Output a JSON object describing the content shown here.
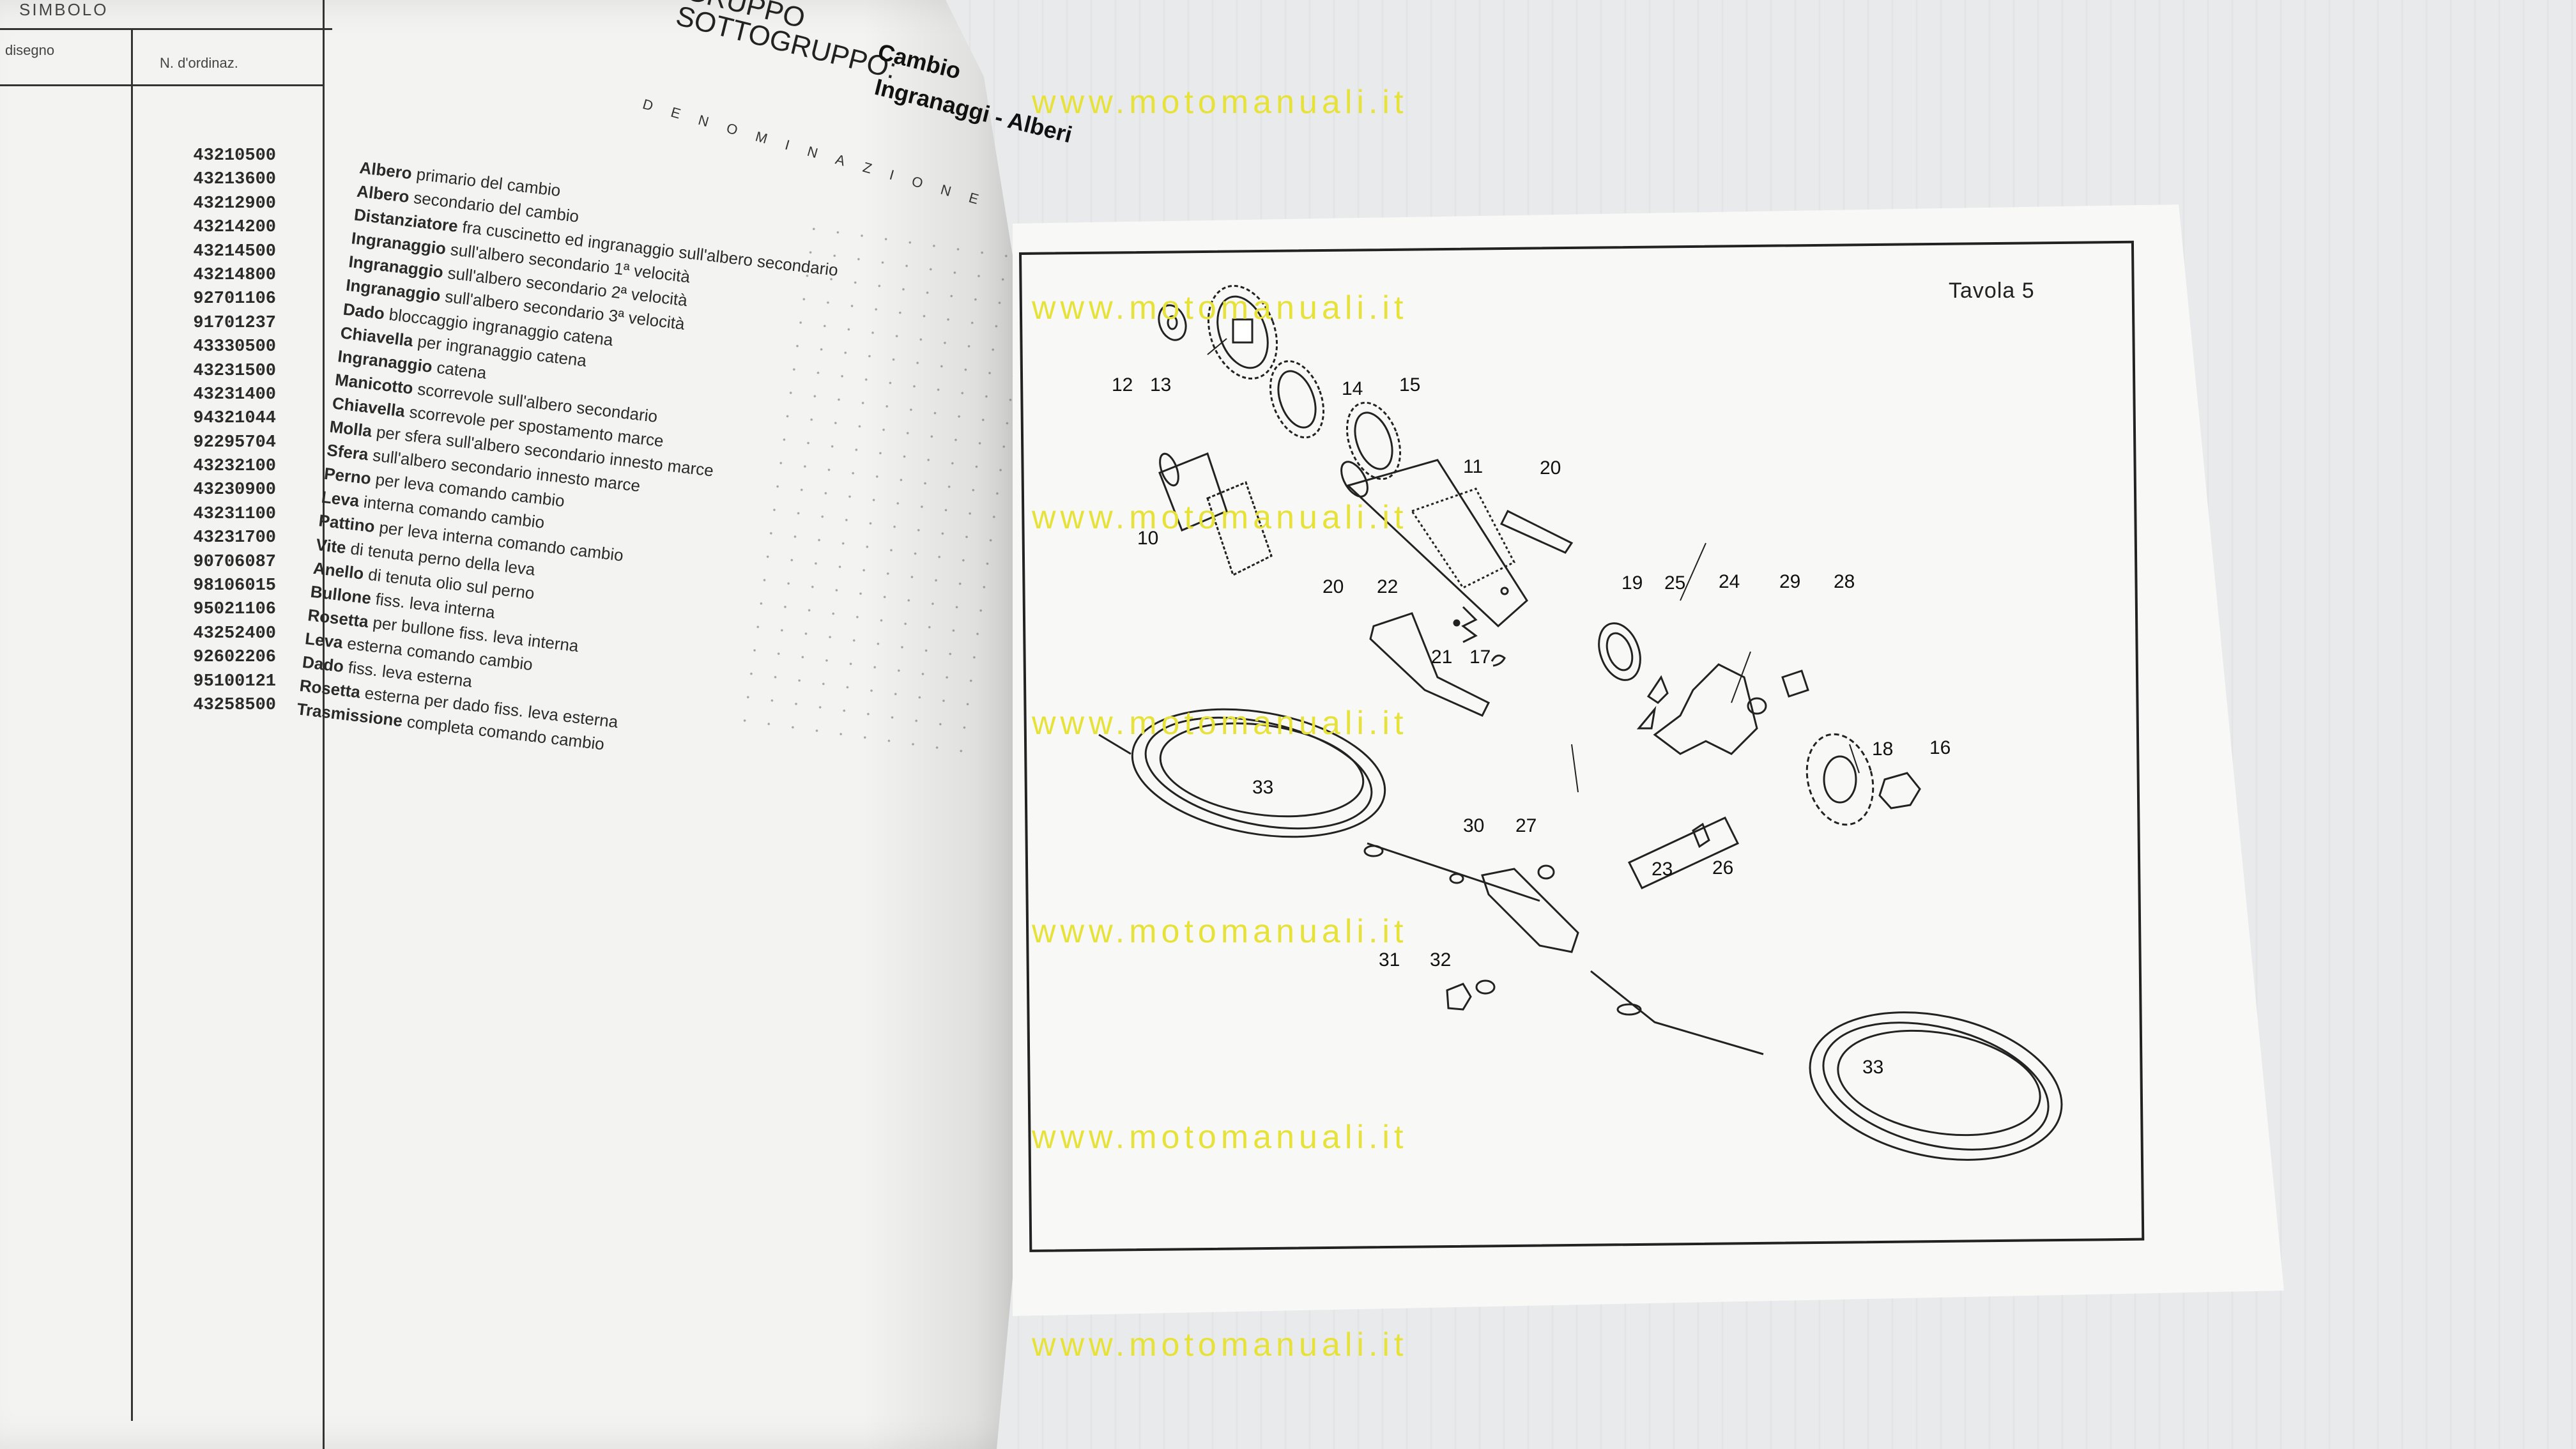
{
  "left_page": {
    "header_top_left": "SIMBOLO",
    "col_disegno": "disegno",
    "col_ordine": "N. d'ordinaz.",
    "group_label": "GRUPPO",
    "subgroup_label": "SOTTOGRUPPO:",
    "group_value": "Cambio",
    "subgroup_value": "Ingranaggi - Alberi",
    "denominazione": "DENOMINAZIONE",
    "codes": [
      "43210500",
      "43213600",
      "43212900",
      "43214200",
      "43214500",
      "43214800",
      "92701106",
      "91701237",
      "43330500",
      "43231500",
      "43231400",
      "94321044",
      "92295704",
      "43232100",
      "43230900",
      "43231100",
      "43231700",
      "90706087",
      "98106015",
      "95021106",
      "43252400",
      "92602206",
      "95100121",
      "43258500"
    ],
    "names": [
      {
        "bold": "Albero",
        "rest": " primario del cambio"
      },
      {
        "bold": "Albero",
        "rest": " secondario del cambio"
      },
      {
        "bold": "Distanziatore",
        "rest": " fra cuscinetto ed ingranaggio sull'albero secondario"
      },
      {
        "bold": "Ingranaggio",
        "rest": " sull'albero secondario 1ª velocità"
      },
      {
        "bold": "Ingranaggio",
        "rest": " sull'albero secondario 2ª velocità"
      },
      {
        "bold": "Ingranaggio",
        "rest": " sull'albero secondario 3ª velocità"
      },
      {
        "bold": "Dado",
        "rest": " bloccaggio ingranaggio catena"
      },
      {
        "bold": "Chiavella",
        "rest": " per ingranaggio catena"
      },
      {
        "bold": "Ingranaggio",
        "rest": " catena"
      },
      {
        "bold": "Manicotto",
        "rest": " scorrevole sull'albero secondario"
      },
      {
        "bold": "Chiavella",
        "rest": " scorrevole per spostamento marce"
      },
      {
        "bold": "Molla",
        "rest": " per sfera sull'albero secondario innesto marce"
      },
      {
        "bold": "Sfera",
        "rest": " sull'albero secondario innesto marce"
      },
      {
        "bold": "Perno",
        "rest": " per leva comando cambio"
      },
      {
        "bold": "Leva",
        "rest": " interna comando cambio"
      },
      {
        "bold": "Pattino",
        "rest": " per leva interna comando cambio"
      },
      {
        "bold": "Vite",
        "rest": " di tenuta perno della leva"
      },
      {
        "bold": "Anello",
        "rest": " di tenuta olio sul perno"
      },
      {
        "bold": "Bullone",
        "rest": " fiss. leva interna"
      },
      {
        "bold": "Rosetta",
        "rest": " per bullone fiss. leva interna"
      },
      {
        "bold": "Leva",
        "rest": " esterna comando cambio"
      },
      {
        "bold": "Dado",
        "rest": " fiss. leva esterna"
      },
      {
        "bold": "Rosetta",
        "rest": " esterna per dado fiss. leva esterna"
      },
      {
        "bold": "Trasmissione",
        "rest": " completa comando cambio"
      }
    ]
  },
  "right_page": {
    "tavola": "Tavola  5",
    "part_numbers": [
      "12",
      "13",
      "14",
      "15",
      "11",
      "20",
      "10",
      "20",
      "22",
      "21",
      "17",
      "19",
      "25",
      "24",
      "29",
      "28",
      "18",
      "16",
      "33",
      "30",
      "27",
      "23",
      "26",
      "31",
      "32",
      "33"
    ]
  },
  "watermark": "www.motomanuali.it",
  "colors": {
    "watermark": "#e6e23a",
    "page": "#f3f3f1",
    "ink": "#222222"
  }
}
